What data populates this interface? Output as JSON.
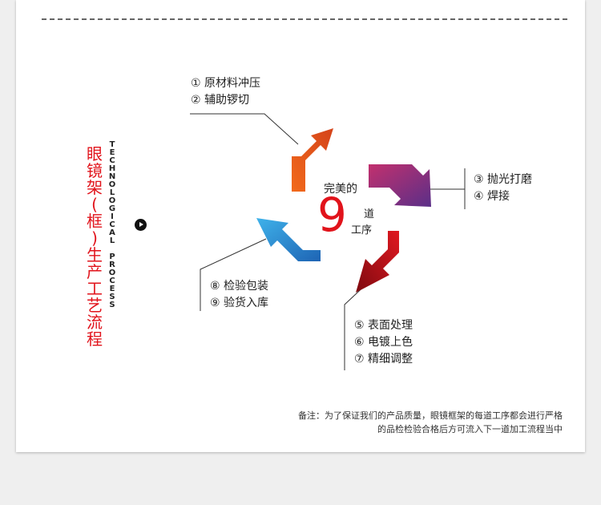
{
  "side_title_zh": [
    "眼",
    "镜",
    "架",
    "(",
    "框",
    ")",
    "生",
    "产",
    "工",
    "艺",
    "流",
    "程"
  ],
  "side_title_en": [
    "T",
    "E",
    "C",
    "H",
    "N",
    "O",
    "L",
    "O",
    "G",
    "I",
    "C",
    "A",
    "L",
    " ",
    "P",
    "R",
    "O",
    "C",
    "E",
    "S",
    "S"
  ],
  "center": {
    "top": "完美的",
    "number": "9",
    "right1": "道",
    "right2": "工序"
  },
  "steps": {
    "group_a": [
      "① 原材料冲压",
      "② 辅助锣切"
    ],
    "group_b": [
      "③ 抛光打磨",
      "④ 焊接"
    ],
    "group_c": [
      "⑤ 表面处理",
      "⑥ 电镀上色",
      "⑦ 精细调整"
    ],
    "group_d": [
      "⑧ 检验包装",
      "⑨ 验货入库"
    ]
  },
  "note": {
    "line1": "备注：为了保证我们的产品质量，眼镜框架的每道工序都会进行严格",
    "line2": "的品检检验合格后方可流入下一道加工流程当中"
  },
  "colors": {
    "accent": "#e1131b",
    "orange": "#f07b1d",
    "purple": "#8e2c8a",
    "red": "#c4101a",
    "blue": "#2c8fd6"
  }
}
